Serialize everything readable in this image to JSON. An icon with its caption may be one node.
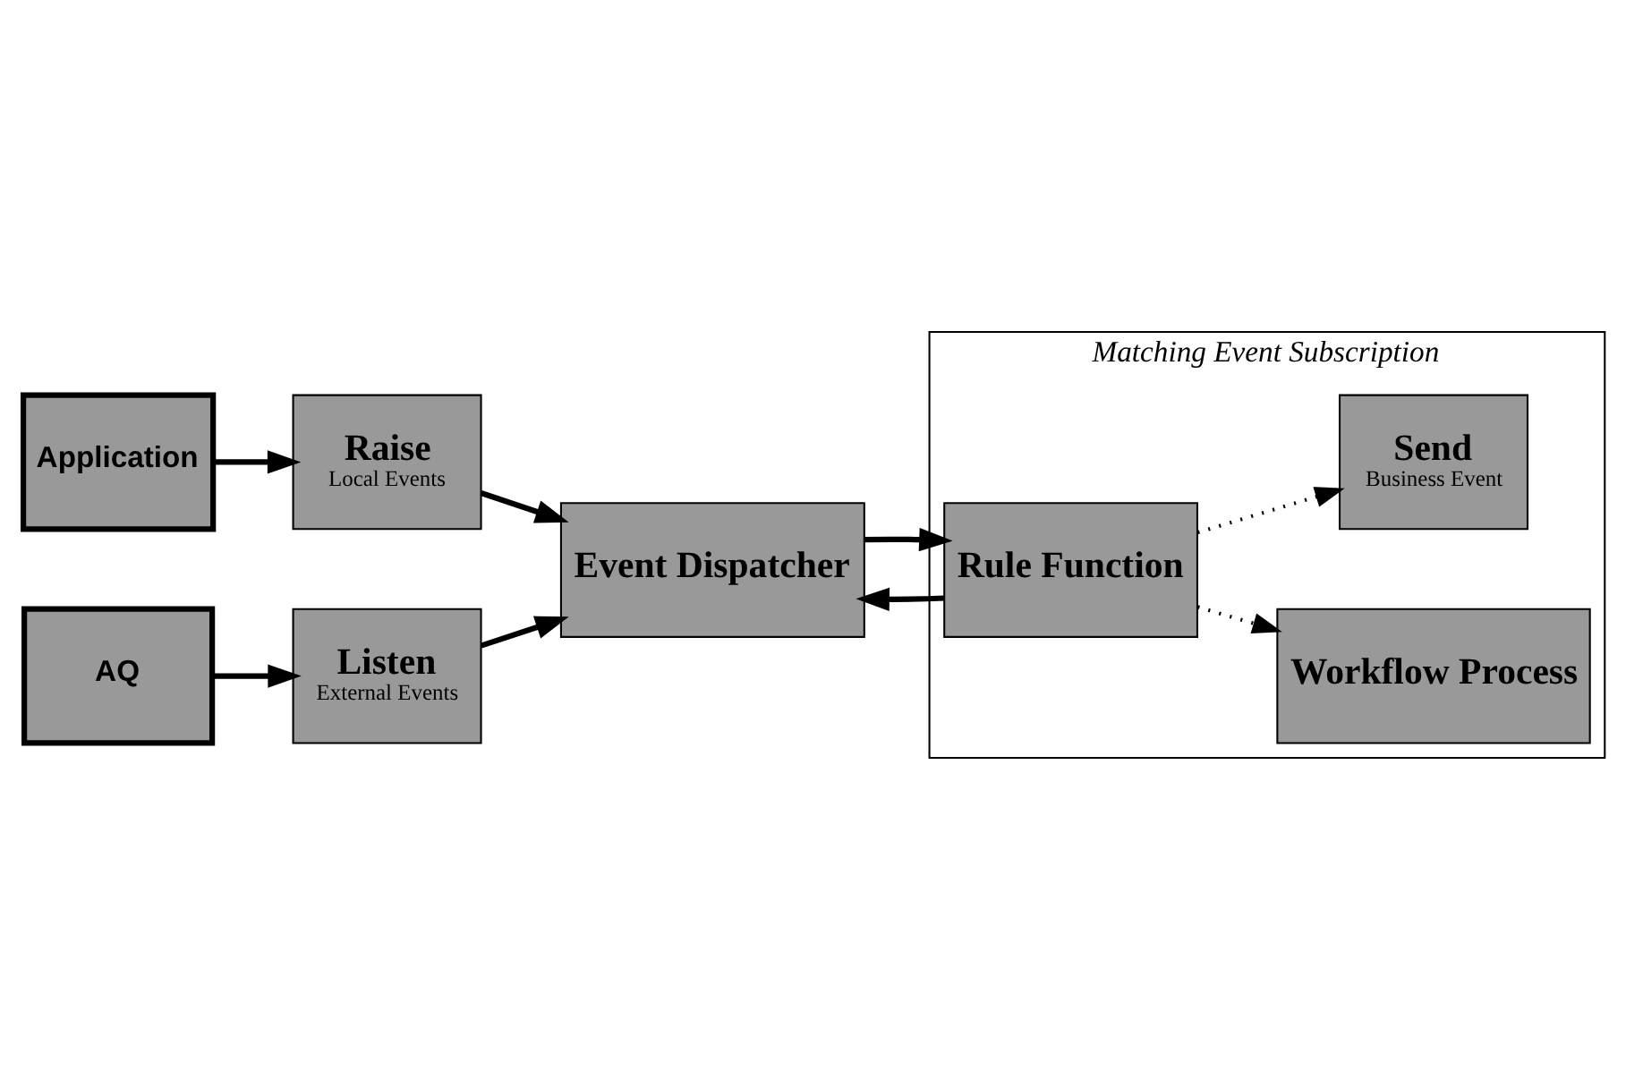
{
  "diagram": {
    "nodes": [
      {
        "text": [
          "Application"
        ]
      },
      {
        "text": [
          "Raise",
          "Local Events"
        ]
      },
      {
        "text": [
          "Listen",
          "External Events"
        ]
      },
      {
        "text": [
          "AQ"
        ]
      },
      {
        "text": [
          "Event Dispatcher"
        ]
      },
      {
        "text": [
          "Matching Event Subscription"
        ]
      },
      {
        "text": [
          "Rule Function"
        ],
        "in": 5
      },
      {
        "text": [
          "Workflow Process"
        ],
        "in": 5
      },
      {
        "text": [
          "Send",
          "Business Event"
        ],
        "in": 5
      }
    ],
    "edges": [
      {
        "from": 0,
        "to": 1,
        "arrow": "to"
      },
      {
        "from": 1,
        "to": 4,
        "arrow": "to"
      },
      {
        "from": 2,
        "to": 4,
        "arrow": "to"
      },
      {
        "from": 3,
        "to": 2,
        "arrow": "to"
      },
      {
        "from": 4,
        "to": 6,
        "arrow": "to"
      },
      {
        "from": 6,
        "to": 4,
        "arrow": "to"
      },
      {
        "from": 6,
        "to": 7,
        "arrow": "to",
        "style": "dashed"
      },
      {
        "from": 6,
        "to": 8,
        "arrow": "to",
        "style": "dashed"
      }
    ]
  }
}
